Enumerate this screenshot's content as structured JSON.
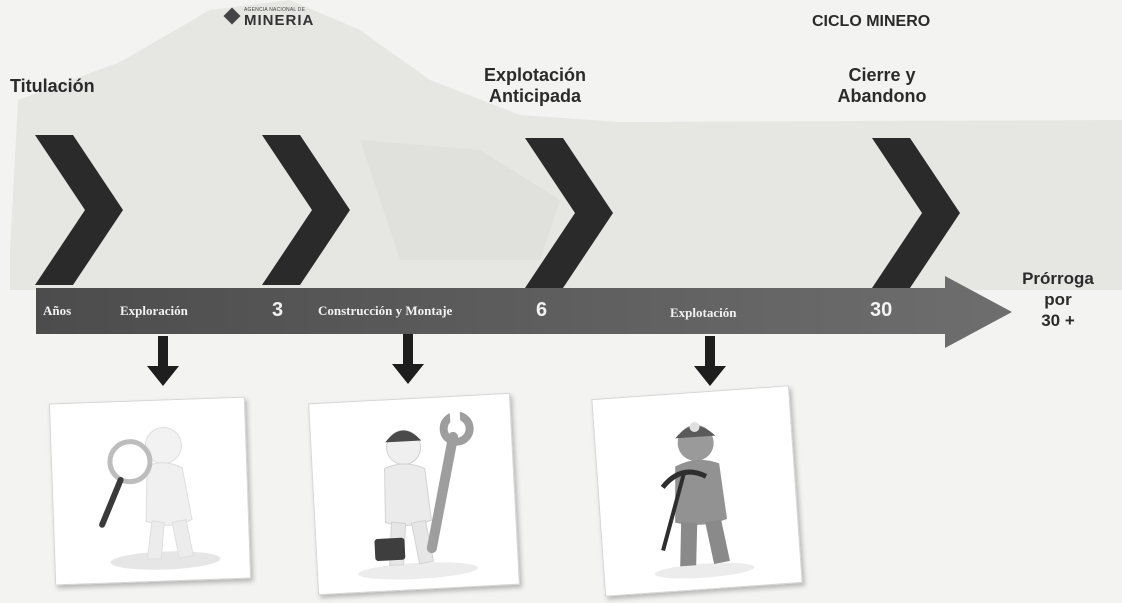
{
  "header": {
    "logo_small": "AGENCIA NACIONAL DE",
    "logo_large": "MINERIA",
    "title": "CICLO MINERO"
  },
  "stages": {
    "titulacion": "Titulación",
    "explotacion_anticipada_1": "Explotación",
    "explotacion_anticipada_2": "Anticipada",
    "cierre_1": "Cierre y",
    "cierre_2": "Abandono"
  },
  "timeline": {
    "years_label": "Años",
    "phase_1": "Exploración",
    "mark_1": "3",
    "phase_2": "Construcción y Montaje",
    "mark_2": "6",
    "phase_3": "Explotación",
    "mark_3": "30",
    "extension_1": "Prórroga",
    "extension_2": "por",
    "extension_3": "30 +"
  },
  "icons": {
    "explore": "magnifier-figure-icon",
    "build": "wrench-figure-icon",
    "mine": "pickaxe-miner-icon"
  },
  "colors": {
    "arrow_dark": "#555555",
    "arrow_light": "#777777",
    "chevron": "#2a2a2a",
    "background": "#f3f3f1"
  }
}
